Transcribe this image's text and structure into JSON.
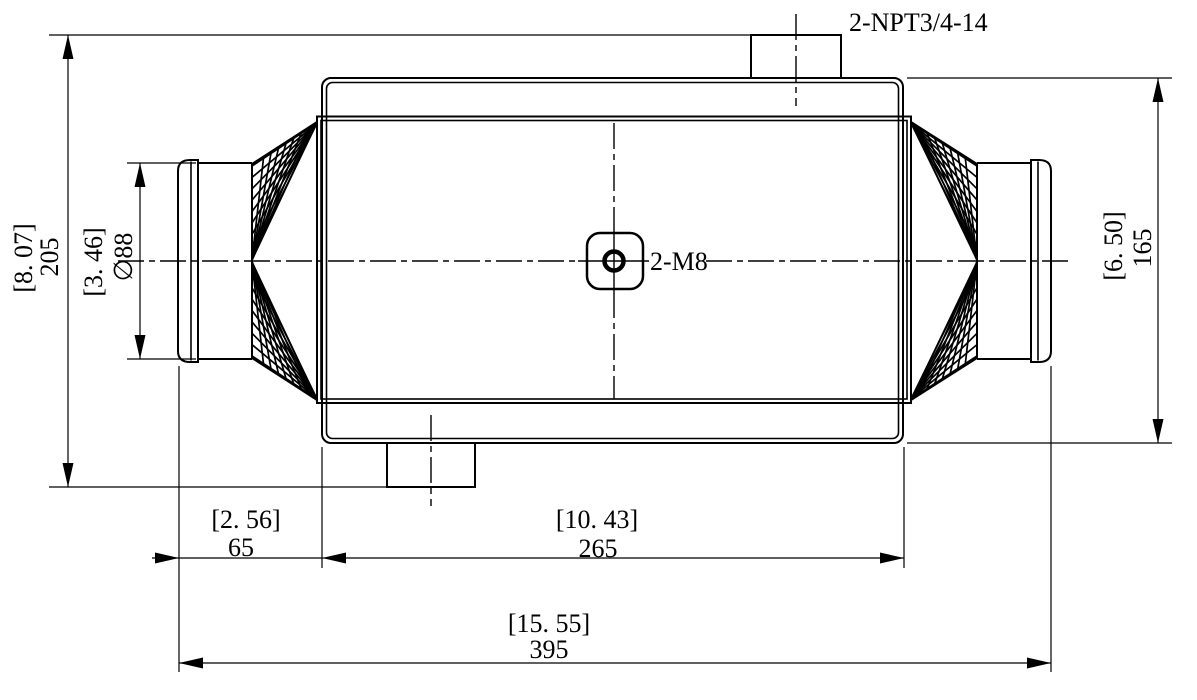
{
  "page": {
    "background": "#ffffff",
    "line_color": "#000000"
  },
  "labels": {
    "port_thread": "2-NPT3/4-14",
    "boss_thread": "2-M8"
  },
  "dimensions": {
    "overall_height": {
      "inch": "[8. 07]",
      "mm": "205"
    },
    "pipe_diameter": {
      "inch": "[3. 46]",
      "mm": "∅88"
    },
    "shell_height": {
      "inch": "[6. 50]",
      "mm": "165"
    },
    "pipe_overhang": {
      "inch": "[2. 56]",
      "mm": "65"
    },
    "shell_length": {
      "inch": "[10. 43]",
      "mm": "265"
    },
    "overall_length": {
      "inch": "[15. 55]",
      "mm": "395"
    }
  }
}
